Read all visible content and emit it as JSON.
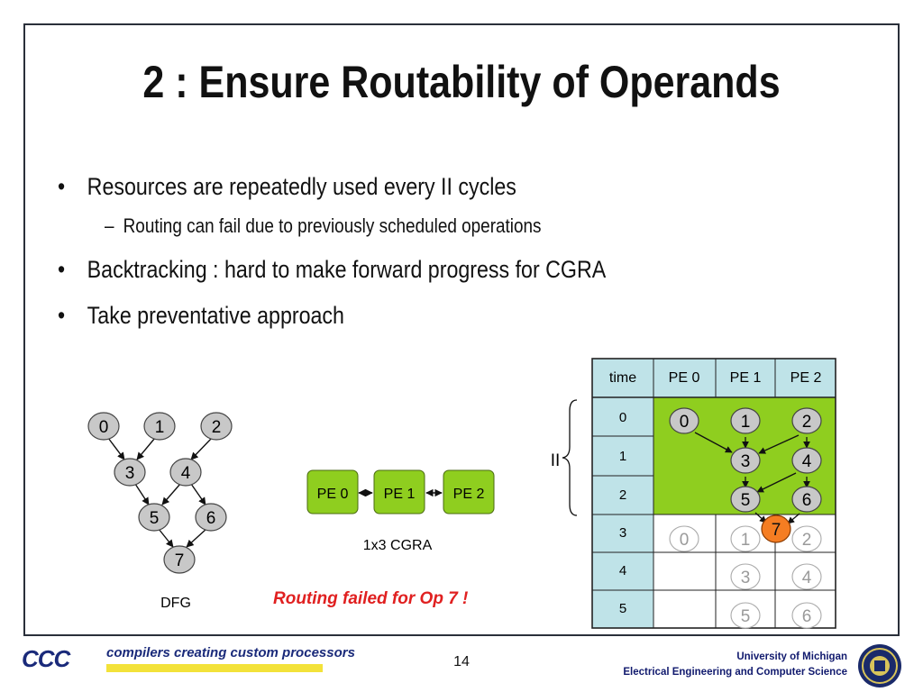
{
  "slide": {
    "title": "2 : Ensure Routability of Operands",
    "bullets": [
      "Resources are repeatedly used every II cycles",
      "Backtracking : hard to make forward progress for CGRA",
      "Take preventative approach"
    ],
    "sub_bullet": "Routing can fail due to previously scheduled operations",
    "bullet_mark": "•",
    "sub_mark": "–",
    "slide_number": "14"
  },
  "dfg": {
    "label": "DFG",
    "nodes": [
      "0",
      "1",
      "2",
      "3",
      "4",
      "5",
      "6",
      "7"
    ]
  },
  "cgra": {
    "label": "1x3 CGRA",
    "pes": [
      "PE 0",
      "PE 1",
      "PE 2"
    ]
  },
  "schedule": {
    "headers": [
      "time",
      "PE 0",
      "PE 1",
      "PE 2"
    ],
    "times": [
      "0",
      "1",
      "2",
      "3",
      "4",
      "5"
    ],
    "ii_label": "II",
    "ops": [
      "0",
      "1",
      "2",
      "3",
      "4",
      "5",
      "6",
      "7"
    ]
  },
  "failure_message": "Routing failed for Op 7 !",
  "footer": {
    "logo_text": "CCC",
    "tagline": "compilers creating custom processors",
    "university": "University of Michigan",
    "department": "Electrical Engineering and Computer Science"
  },
  "colors": {
    "node_fill": "#c8c8c8",
    "pe_green": "#8fce1f",
    "header_blue": "#bfe3e8",
    "failed_op": "#f57d22",
    "message_red": "#e02020",
    "ghost": "#9a9a9a"
  }
}
